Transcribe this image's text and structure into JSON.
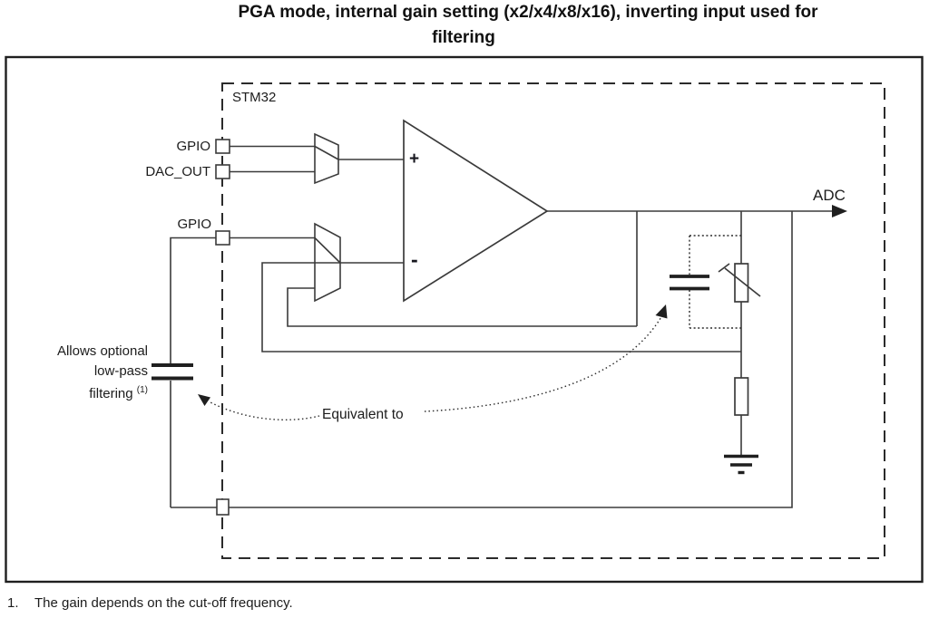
{
  "title": {
    "line1": "PGA mode, internal gain setting (x2/x4/x8/x16), inverting input used for",
    "line2": "filtering"
  },
  "chip": {
    "label": "STM32"
  },
  "pins": {
    "gpio_top": "GPIO",
    "dac_out": "DAC_OUT",
    "gpio_mid": "GPIO"
  },
  "opamp": {
    "plus": "+",
    "minus": "-"
  },
  "output": {
    "adc_label": "ADC"
  },
  "annotations": {
    "filter_note_line1": "Allows optional",
    "filter_note_line2": "low-pass",
    "filter_note_line3": "filtering",
    "filter_note_ref": "(1)",
    "equivalent": "Equivalent to"
  },
  "footnote": {
    "number": "1.",
    "text": "The gain depends on the cut-off frequency."
  },
  "colors": {
    "wire": "#3b3b3b",
    "frame": "#1f1f1f",
    "text": "#1a1a1a",
    "background": "#ffffff"
  }
}
